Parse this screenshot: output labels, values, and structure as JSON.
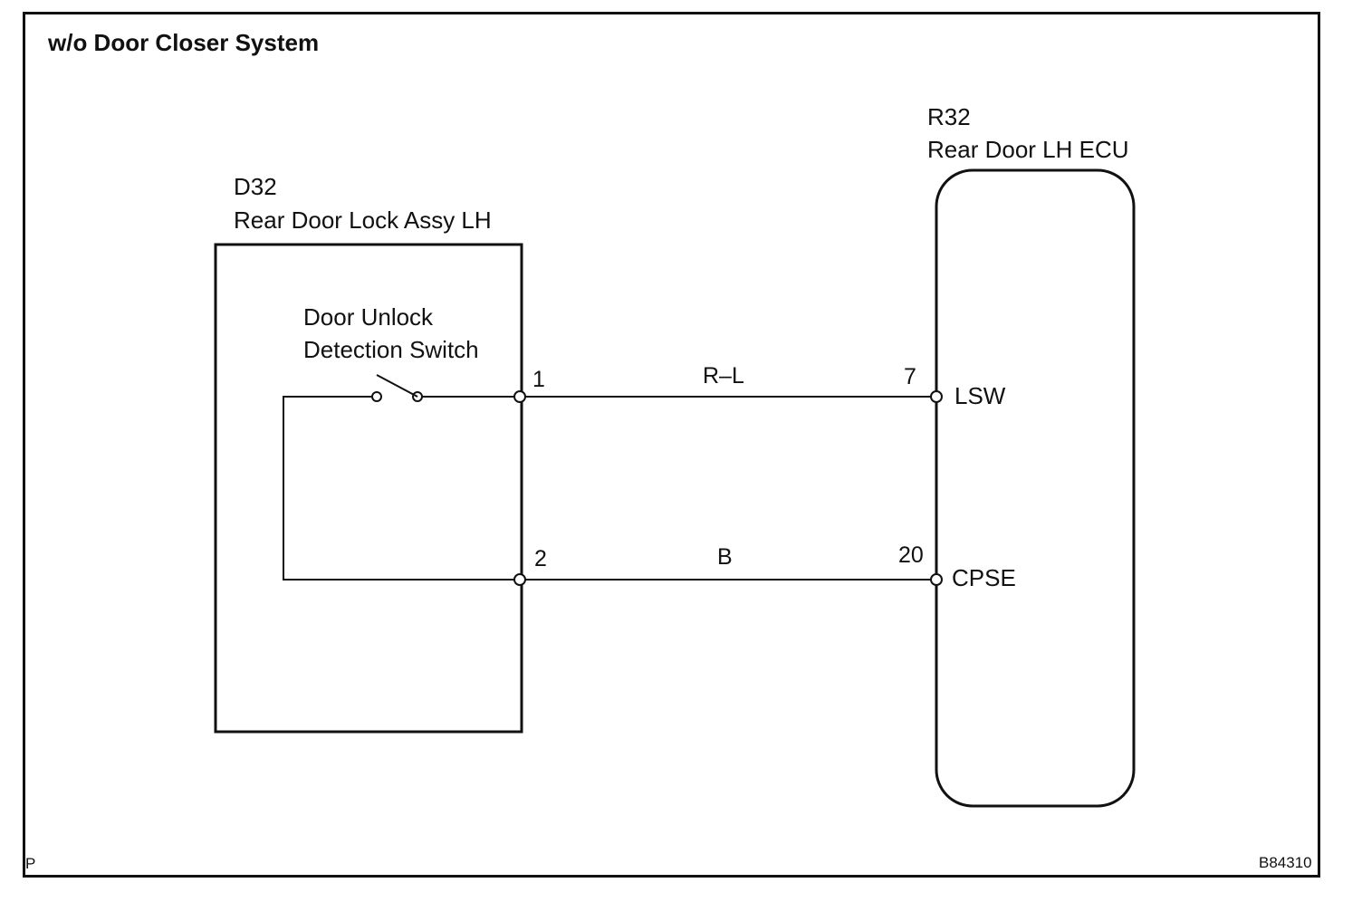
{
  "title": "w/o Door Closer System",
  "components": {
    "d32": {
      "code": "D32",
      "name": "Rear Door Lock Assy LH",
      "switch_label_line1": "Door Unlock",
      "switch_label_line2": "Detection Switch",
      "pins": [
        "1",
        "2"
      ]
    },
    "r32": {
      "code": "R32",
      "name": "Rear Door LH ECU",
      "pins": [
        {
          "number": "7",
          "terminal": "LSW"
        },
        {
          "number": "20",
          "terminal": "CPSE"
        }
      ]
    }
  },
  "wires": [
    {
      "color_code": "R–L"
    },
    {
      "color_code": "B"
    }
  ],
  "footer": {
    "left_mark": "P",
    "figure_id": "B84310"
  }
}
